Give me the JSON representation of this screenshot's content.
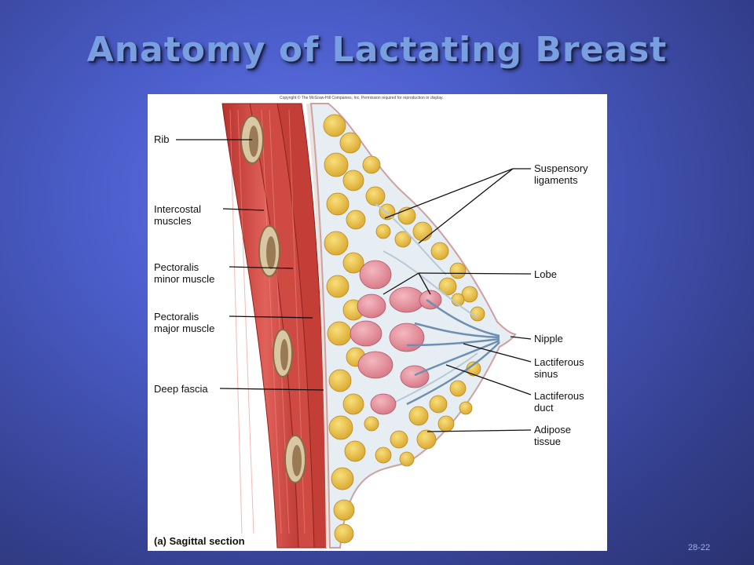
{
  "slide": {
    "title": "Anatomy of Lactating Breast",
    "number": "28-22"
  },
  "figure": {
    "copyright": "Copyright © The McGraw-Hill Companies, Inc. Permission required for reproduction or display.",
    "caption": "(a) Sagittal section",
    "labels": {
      "rib": "Rib",
      "intercostal_1": "Intercostal",
      "intercostal_2": "muscles",
      "pec_minor_1": "Pectoralis",
      "pec_minor_2": "minor muscle",
      "pec_major_1": "Pectoralis",
      "pec_major_2": "major muscle",
      "deep_fascia": "Deep fascia",
      "suspensory_1": "Suspensory",
      "suspensory_2": "ligaments",
      "lobe": "Lobe",
      "nipple": "Nipple",
      "sinus_1": "Lactiferous",
      "sinus_2": "sinus",
      "duct_1": "Lactiferous",
      "duct_2": "duct",
      "adipose_1": "Adipose",
      "adipose_2": "tissue"
    }
  }
}
